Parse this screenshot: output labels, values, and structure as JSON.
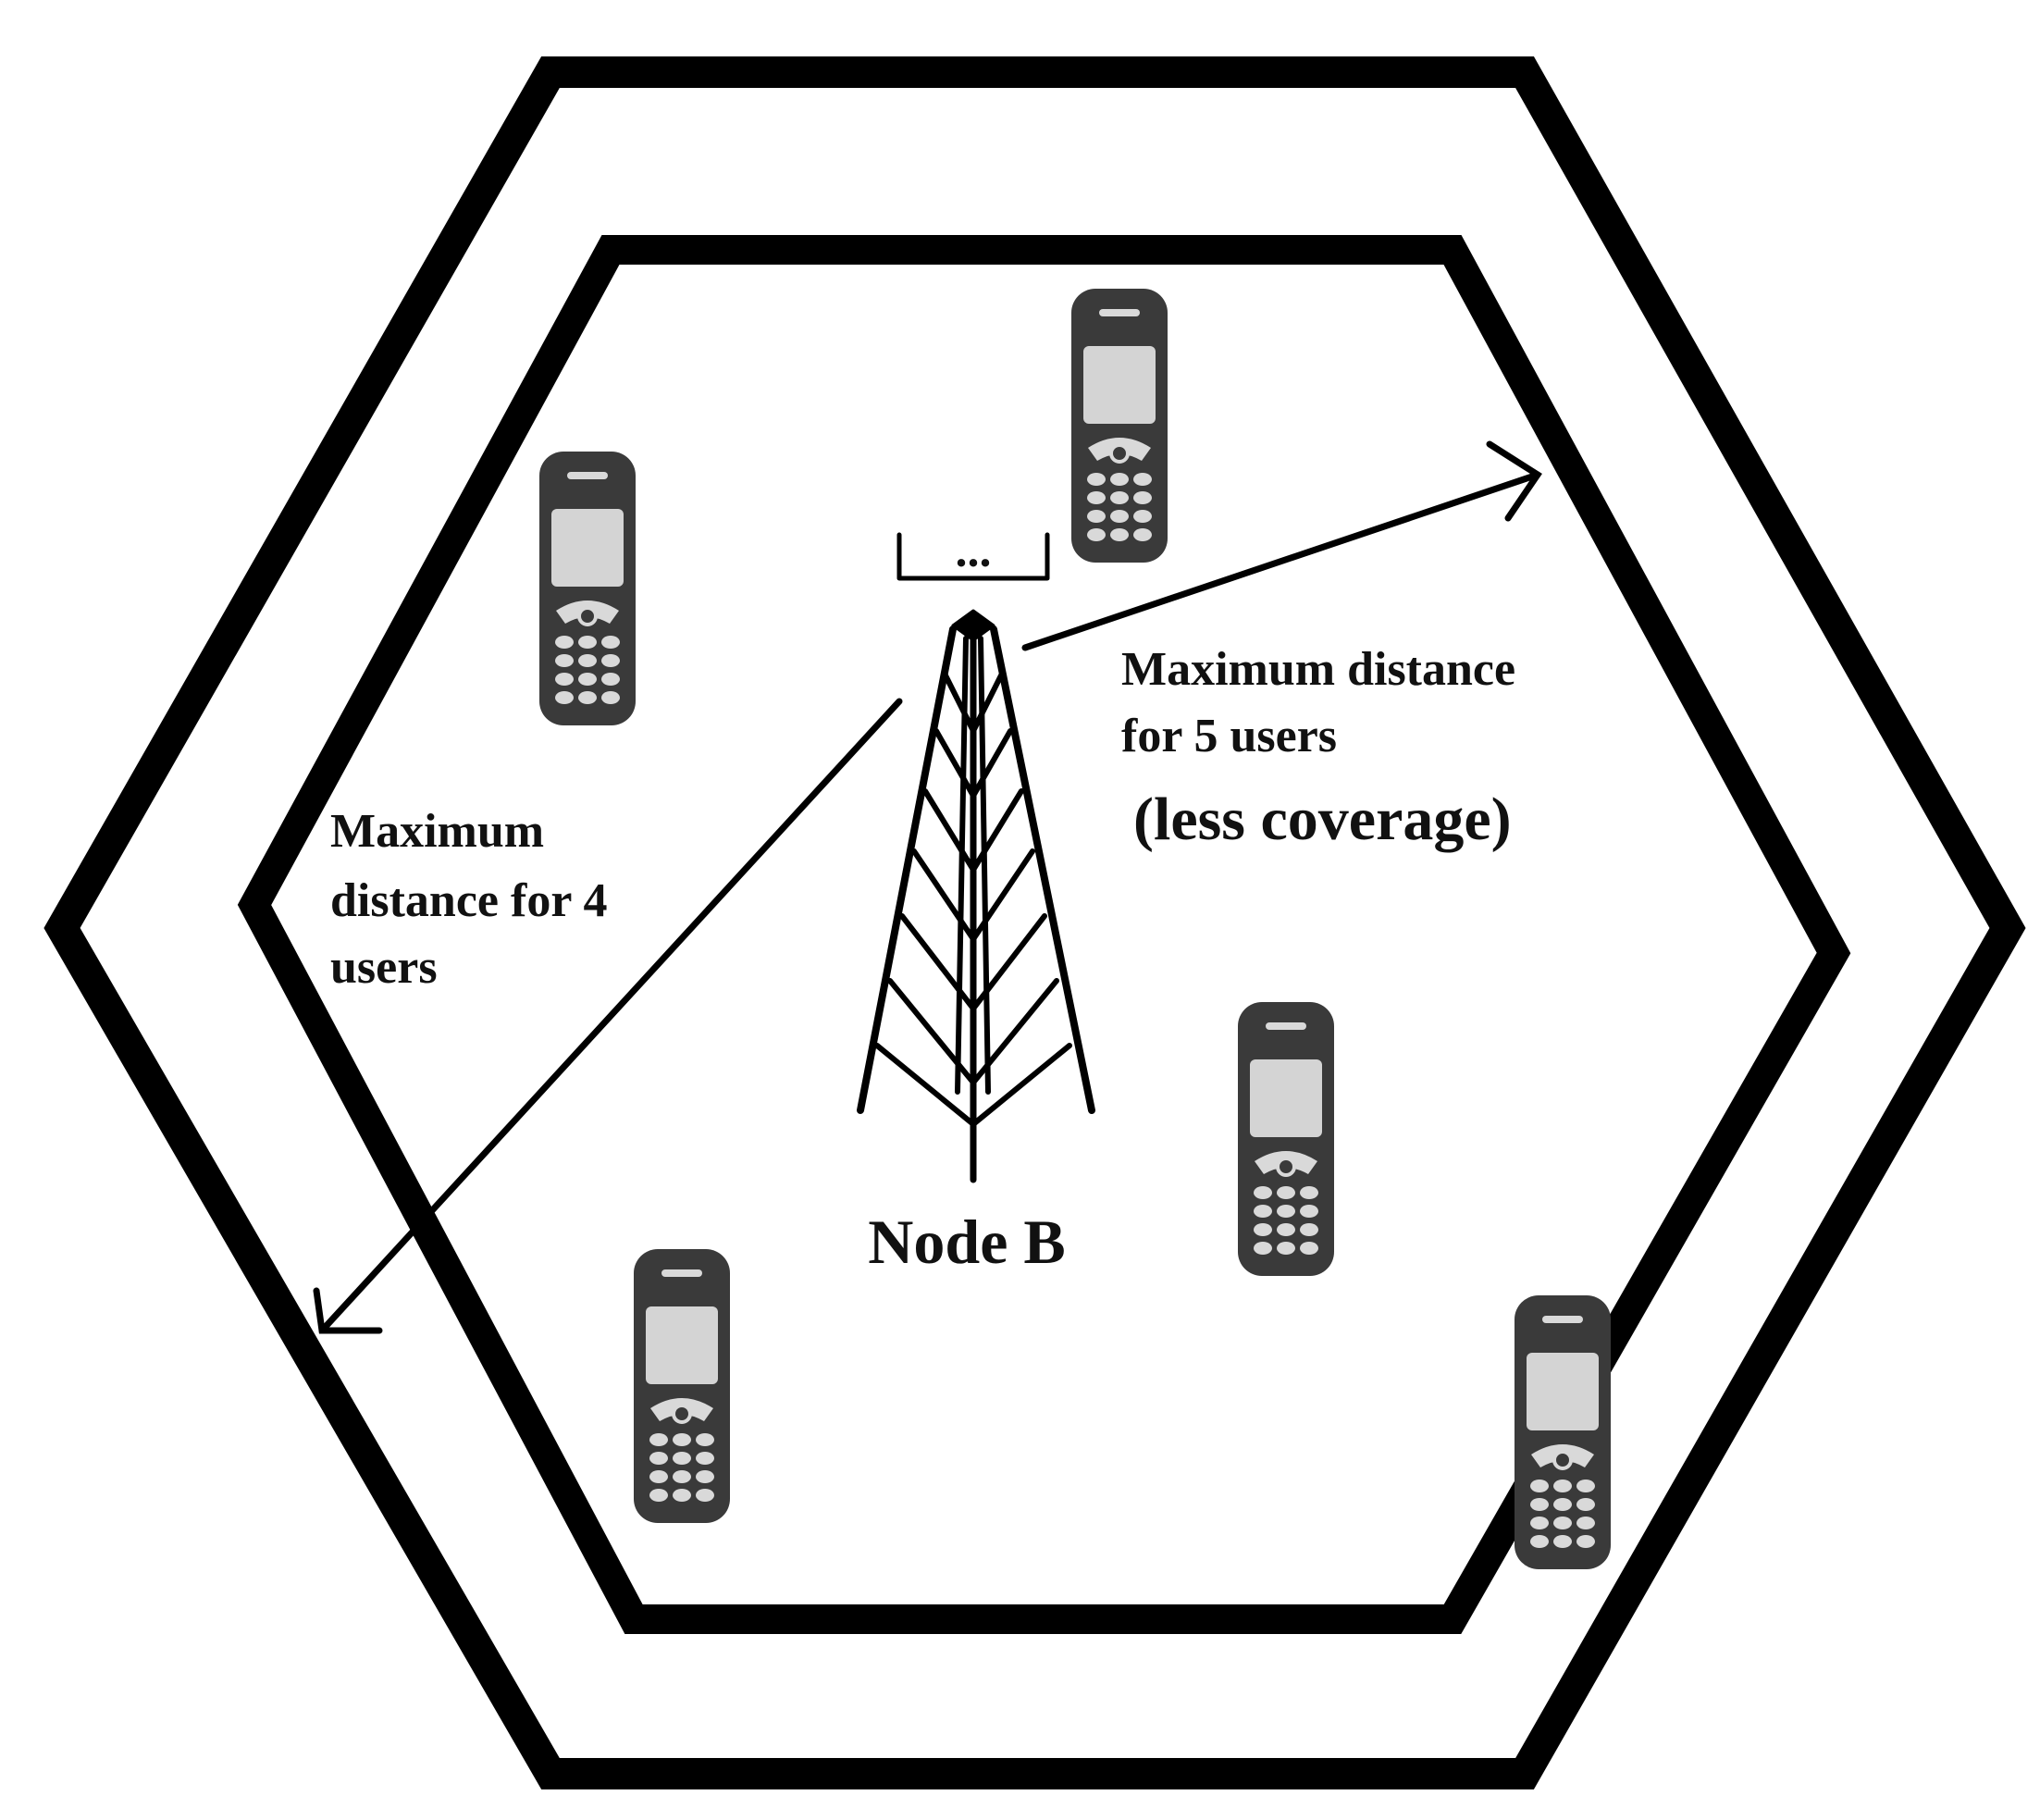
{
  "diagram": {
    "labels": {
      "left_line1": "Maximum",
      "left_line2": "distance for 4",
      "left_line3": "users",
      "right_line1": "Maximum distance",
      "right_line2": "for 5 users",
      "right_line3": "(less coverage)",
      "node": "Node B"
    },
    "antenna_dots": "...",
    "icons": [
      "cell-tower-icon",
      "mobile-phone-icon",
      "arrow-icon"
    ],
    "colors": {
      "stroke": "#000000",
      "phone_body": "#3a3a3a",
      "phone_screen": "#d4d4d4",
      "background": "#ffffff"
    }
  }
}
